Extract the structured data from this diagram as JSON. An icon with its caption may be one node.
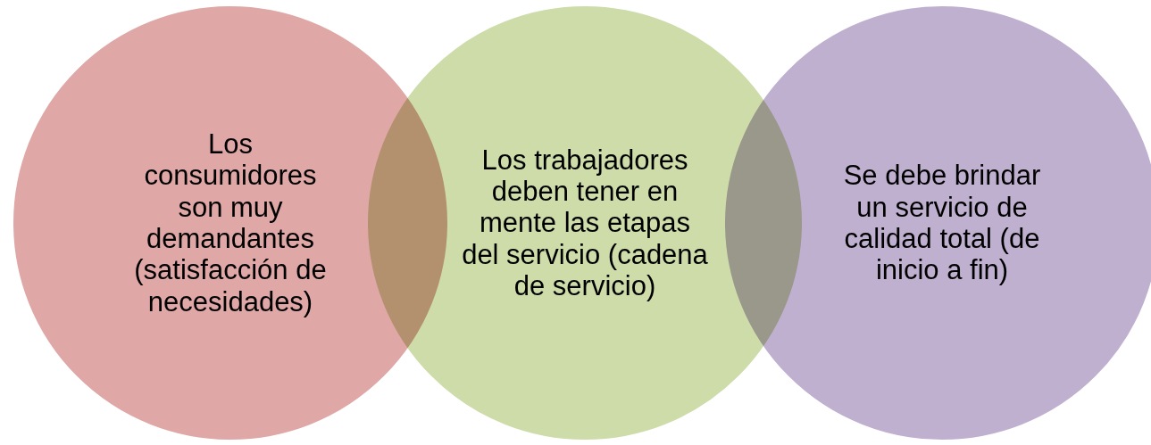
{
  "diagram": {
    "nodes": [
      {
        "text": [
          "Los consumidores son muy demandantes (satisfacción de necesidades)"
        ]
      },
      {
        "text": [
          "Los trabajadores deben tener en mente las etapas del servicio (cadena de servicio)"
        ]
      },
      {
        "text": [
          "Se debe brindar un servicio de calidad total (de inicio a fin)"
        ]
      }
    ]
  }
}
